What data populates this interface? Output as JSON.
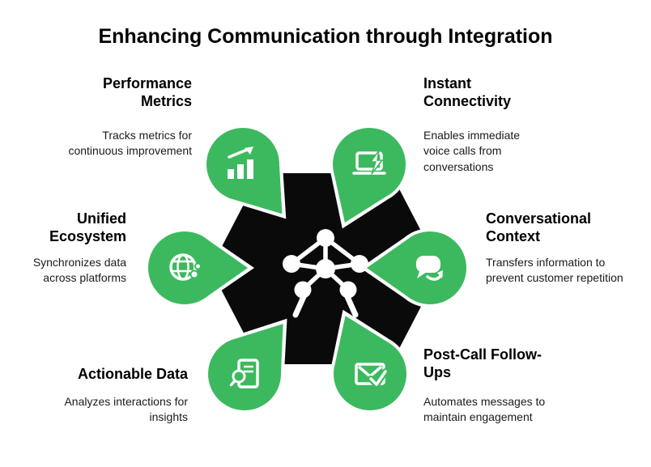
{
  "title": "Enhancing Communication through Integration",
  "colors": {
    "green": "#3cb95f",
    "ink": "#0a0a0a"
  },
  "center": {
    "icon": "atomium-network-icon"
  },
  "items": [
    {
      "id": "performance-metrics",
      "label": "Performance Metrics",
      "description": "Tracks metrics for continuous improvement",
      "icon": "bar-chart-growth-icon"
    },
    {
      "id": "instant-connectivity",
      "label": "Instant Connectivity",
      "description": "Enables immediate voice calls from conversations",
      "icon": "laptop-bolt-icon"
    },
    {
      "id": "unified-ecosystem",
      "label": "Unified Ecosystem",
      "description": "Synchronizes data across platforms",
      "icon": "globe-network-icon"
    },
    {
      "id": "conversational-context",
      "label": "Conversational Context",
      "description": "Transfers information to prevent customer repetition",
      "icon": "speech-bubble-arrow-icon"
    },
    {
      "id": "actionable-data",
      "label": "Actionable Data",
      "description": "Analyzes interactions for insights",
      "icon": "document-search-icon"
    },
    {
      "id": "post-call-follow-ups",
      "label": "Post-Call Follow-Ups",
      "description": "Automates messages to maintain engagement",
      "icon": "envelope-check-icon"
    }
  ]
}
